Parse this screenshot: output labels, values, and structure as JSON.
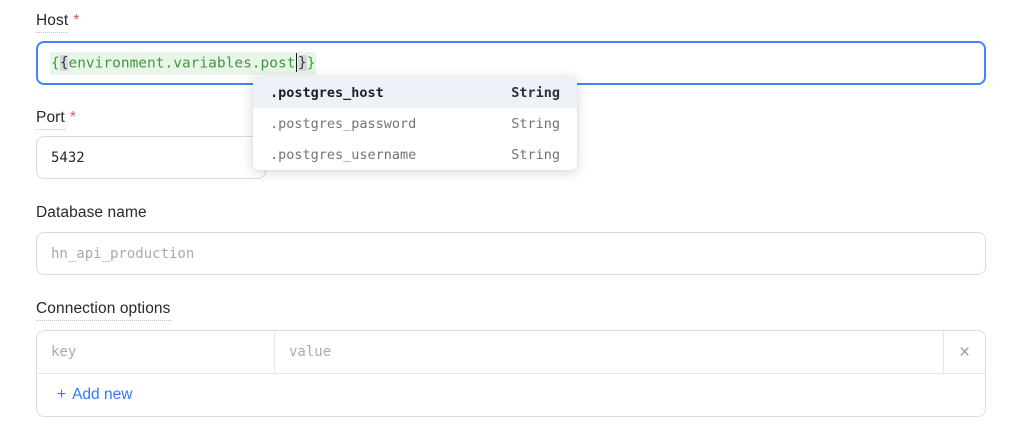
{
  "colors": {
    "focus_border_blue": "#4285f4",
    "token_background_green": "#eaf5ea",
    "token_text_green": "#3d9a3d",
    "token_brace_dark": "#2b3a4a",
    "bracket_match_gray": "#d5d8d5",
    "required_asterisk_red": "#e8594f",
    "dropdown_selected_background": "#edf2f9",
    "add_new_link_blue": "#2e7cf6"
  },
  "form": {
    "host": {
      "label": "Host",
      "required_marker": "*",
      "token": {
        "open_outer_brace": "{",
        "open_inner_brace": "{",
        "path": "environment.variables.post",
        "close_inner_brace": "}",
        "close_outer_brace": "}"
      }
    },
    "autocomplete": {
      "items": [
        {
          "name": ".postgres_host",
          "type": "String"
        },
        {
          "name": ".postgres_password",
          "type": "String"
        },
        {
          "name": ".postgres_username",
          "type": "String"
        }
      ]
    },
    "port": {
      "label": "Port",
      "required_marker": "*",
      "value": "5432"
    },
    "database": {
      "label": "Database name",
      "placeholder": "hn_api_production"
    },
    "connection_options": {
      "label": "Connection options",
      "key_placeholder": "key",
      "value_placeholder": "value",
      "remove_icon": "×",
      "add_new": {
        "icon": "+",
        "label": "Add new"
      }
    }
  }
}
